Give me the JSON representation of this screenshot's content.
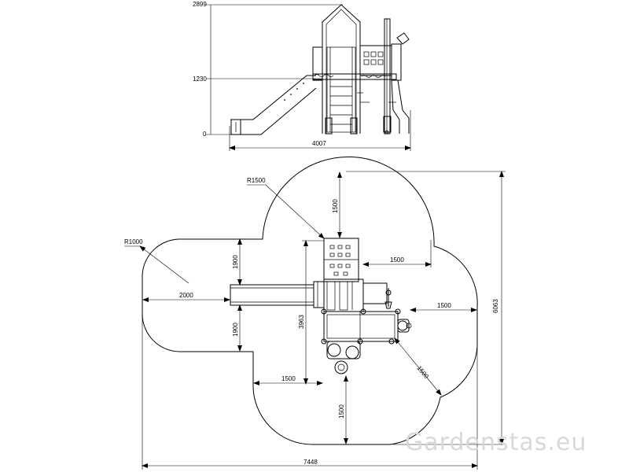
{
  "side_view": {
    "height_top": "2899",
    "height_mid": "1230",
    "height_zero": "0",
    "width": "4007"
  },
  "plan_view": {
    "radius_large": "R1500",
    "radius_small": "R1000",
    "dim_top_1500": "1500",
    "dim_1900_upper": "1900",
    "dim_1900_lower": "1900",
    "dim_2000": "2000",
    "dim_right_1500_a": "1500",
    "dim_right_1500_b": "1500",
    "dim_3963": "3963",
    "dim_bottom_1500_h": "1500",
    "dim_bottom_1500_v": "1500",
    "dim_diag_1500": "1500",
    "total_height": "6063",
    "total_width": "7448"
  },
  "watermark": "Gardenstas.eu"
}
